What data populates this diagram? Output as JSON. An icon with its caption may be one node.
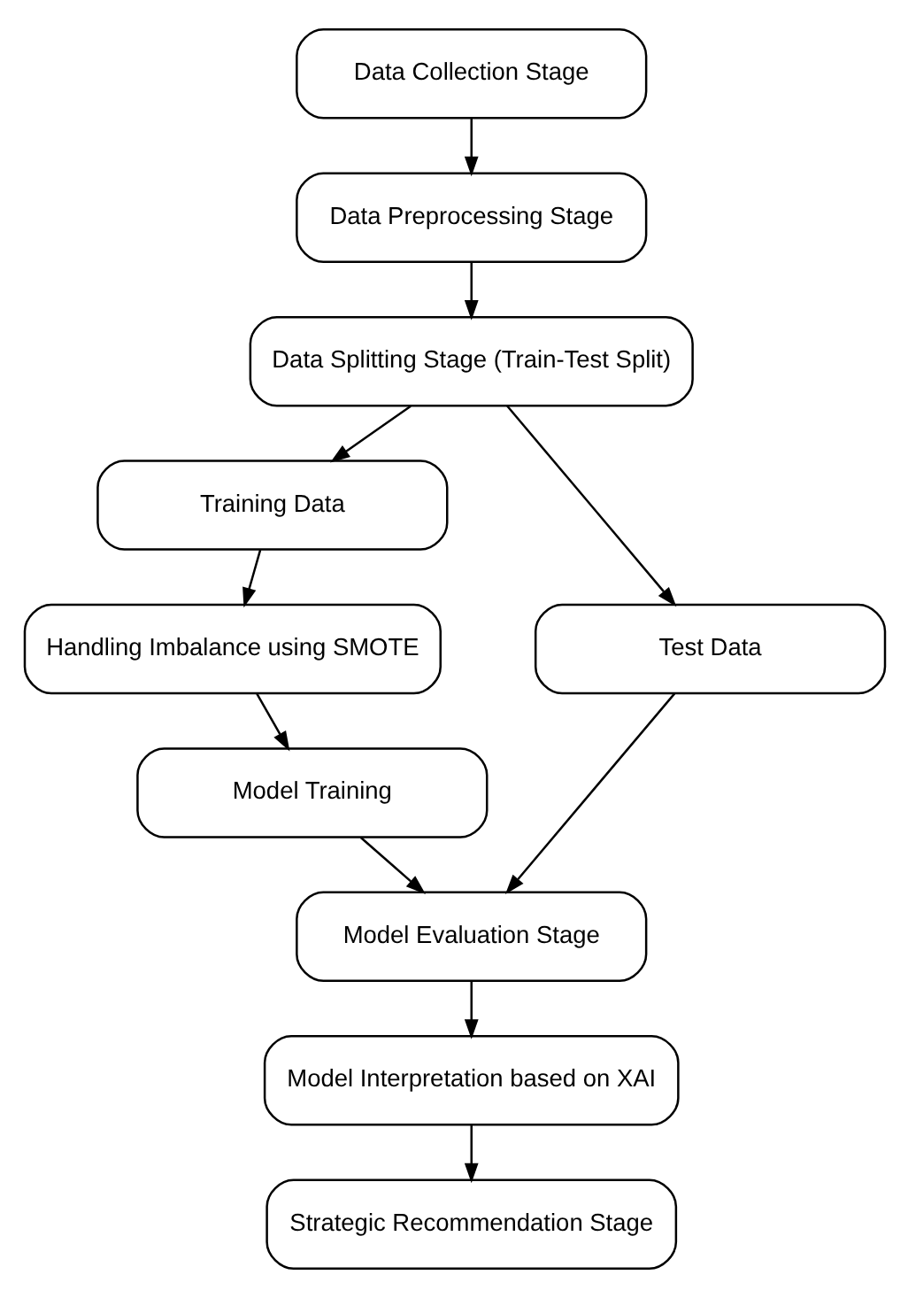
{
  "diagram": {
    "nodes": [
      {
        "text": [
          "Data Collection Stage"
        ]
      },
      {
        "text": [
          "Data Preprocessing Stage"
        ]
      },
      {
        "text": [
          "Data Splitting Stage (Train-Test Split)"
        ]
      },
      {
        "text": [
          "Training Data"
        ]
      },
      {
        "text": [
          "Handling Imbalance using SMOTE"
        ]
      },
      {
        "text": [
          "Test Data"
        ]
      },
      {
        "text": [
          "Model Training"
        ]
      },
      {
        "text": [
          "Model Evaluation Stage"
        ]
      },
      {
        "text": [
          "Model Interpretation based on XAI"
        ]
      },
      {
        "text": [
          "Strategic Recommendation Stage"
        ]
      }
    ],
    "edges": [
      {
        "from": 0,
        "to": 1,
        "arrow": "to"
      },
      {
        "from": 1,
        "to": 2,
        "arrow": "to"
      },
      {
        "from": 2,
        "to": 3,
        "arrow": "to"
      },
      {
        "from": 2,
        "to": 5,
        "arrow": "to"
      },
      {
        "from": 3,
        "to": 4,
        "arrow": "to"
      },
      {
        "from": 4,
        "to": 6,
        "arrow": "to"
      },
      {
        "from": 6,
        "to": 7,
        "arrow": "to"
      },
      {
        "from": 5,
        "to": 7,
        "arrow": "to"
      },
      {
        "from": 7,
        "to": 8,
        "arrow": "to"
      },
      {
        "from": 8,
        "to": 9,
        "arrow": "to"
      }
    ]
  }
}
